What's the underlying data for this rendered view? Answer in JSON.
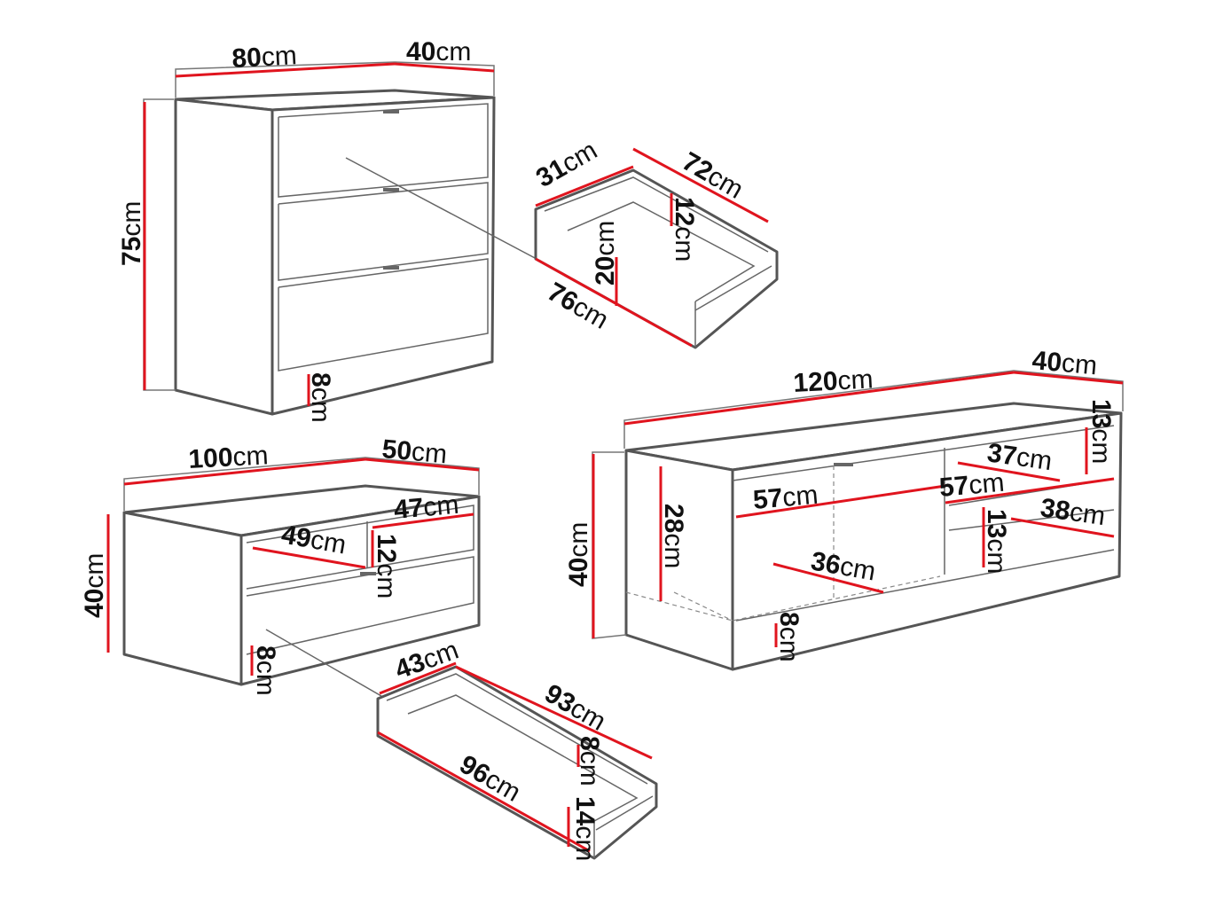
{
  "colors": {
    "dimension_line": "#e0141e",
    "outline": "#555555",
    "text": "#111111"
  },
  "unit": "cm",
  "chest": {
    "width": "80",
    "depth": "40",
    "height": "75",
    "plinth": "8"
  },
  "chest_drawer": {
    "front_depth": "31",
    "length": "72",
    "inner_height": "12",
    "front_height": "20",
    "front_width": "76"
  },
  "bench": {
    "width": "100",
    "depth": "50",
    "height": "40",
    "shelf_depth": "47",
    "shelf_width": "49",
    "shelf_height": "12",
    "plinth": "8"
  },
  "bench_drawer": {
    "depth": "43",
    "length": "93",
    "inner_height": "8",
    "front_height": "14",
    "front_width": "96"
  },
  "tv_stand": {
    "width": "120",
    "depth": "40",
    "height": "40",
    "top_shelf_height": "13",
    "open_height": "28",
    "open_width": "57",
    "shelf_depth": "37",
    "shelf_width": "57",
    "lower_shelf_depth": "38",
    "lower_shelf_height": "13",
    "inner_depth": "36",
    "plinth": "8"
  }
}
